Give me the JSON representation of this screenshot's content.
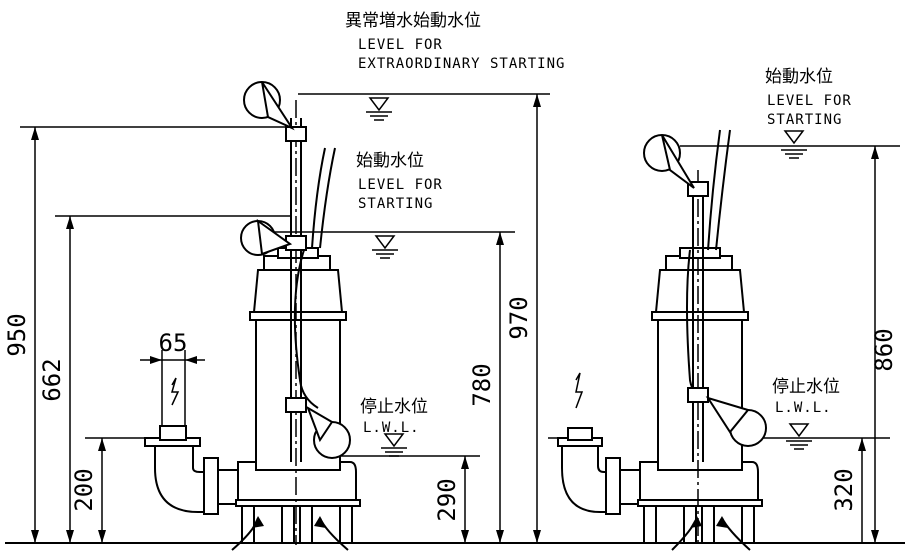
{
  "labels": {
    "extraordinary_jp": "異常増水始動水位",
    "extraordinary_en1": "LEVEL FOR",
    "extraordinary_en2": "EXTRAORDINARY STARTING",
    "start_left_jp": "始動水位",
    "start_left_en1": "LEVEL FOR",
    "start_left_en2": "STARTING",
    "stop_left_jp": "停止水位",
    "stop_left_en": "L.W.L.",
    "start_right_jp": "始動水位",
    "start_right_en1": "LEVEL FOR",
    "start_right_en2": "STARTING",
    "stop_right_jp": "停止水位",
    "stop_right_en": "L.W.L."
  },
  "dimensions": {
    "d950": "950",
    "d662": "662",
    "d200": "200",
    "d65": "65",
    "d780": "780",
    "d970": "970",
    "d290": "290",
    "d860": "860",
    "d320": "320"
  }
}
